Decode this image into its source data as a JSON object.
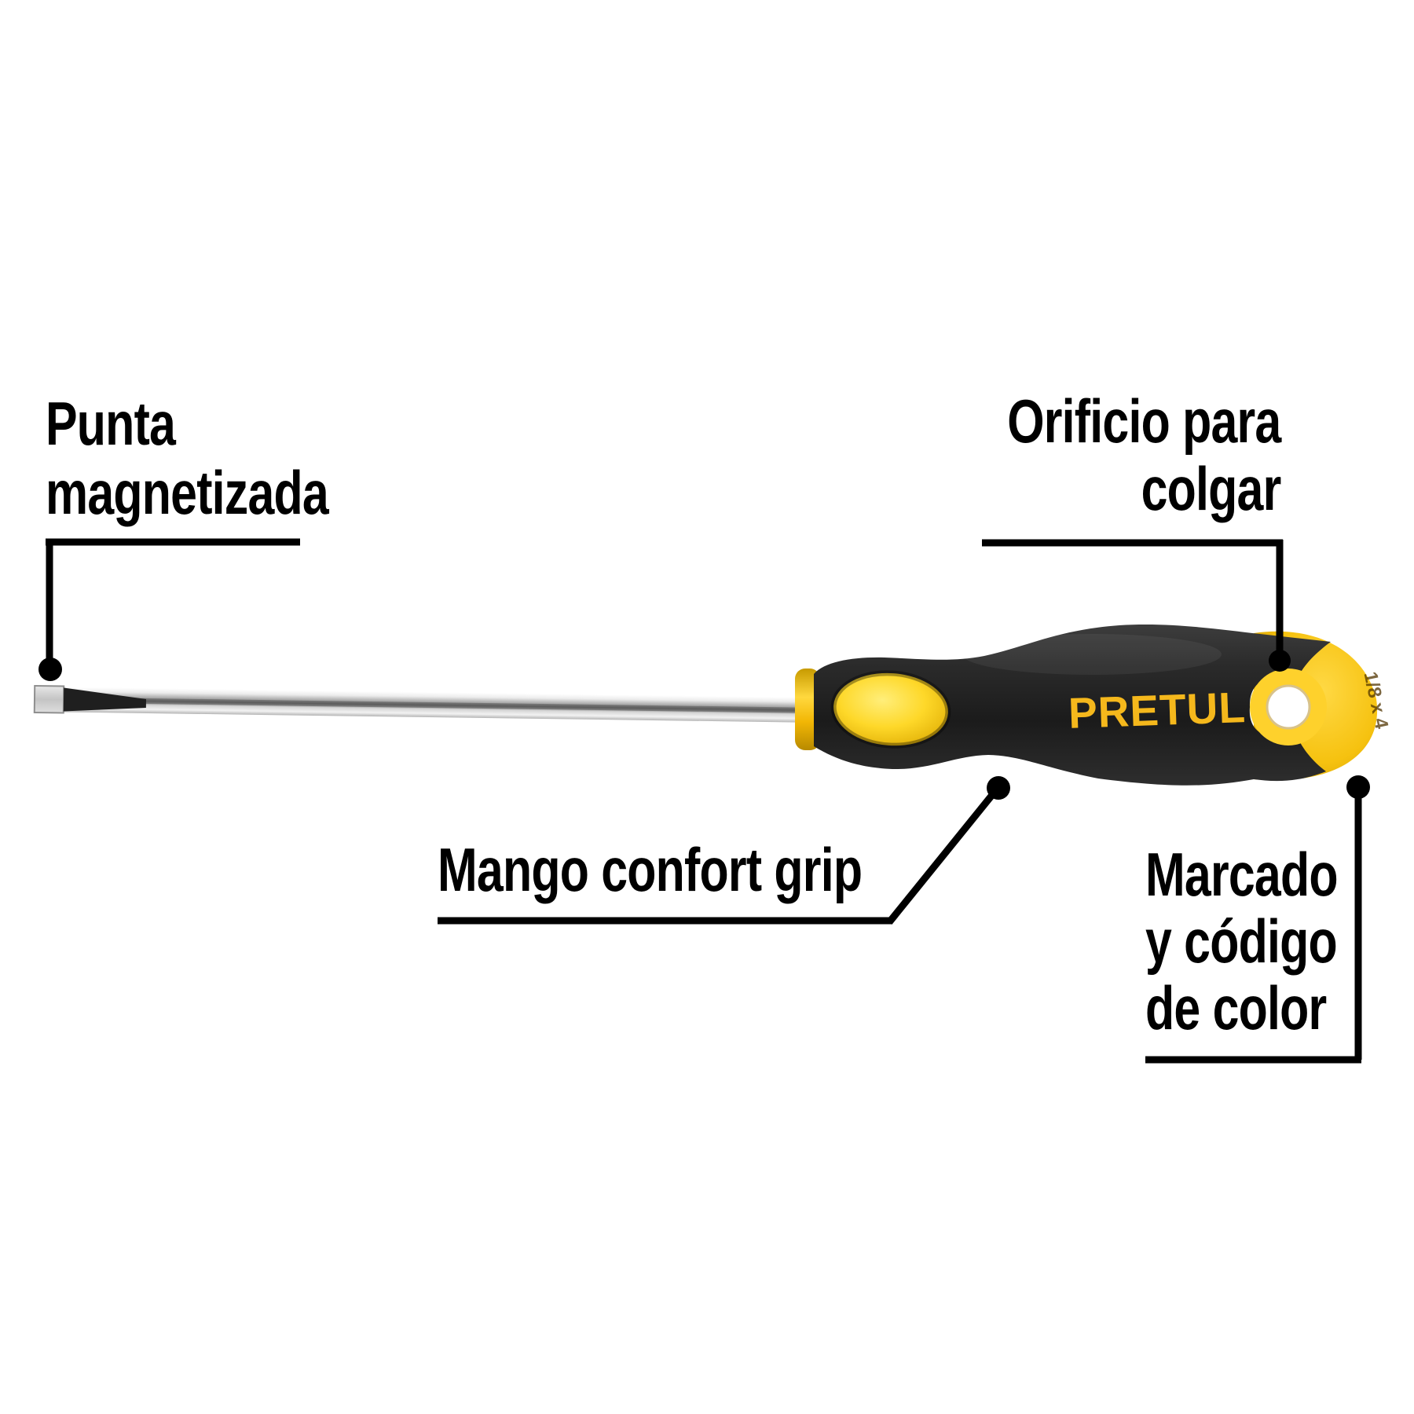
{
  "product": {
    "brand": "PRETUL",
    "cap_marking": "1/8 x 4"
  },
  "labels": {
    "punta": {
      "line1": "Punta",
      "line2": "magnetizada"
    },
    "orificio": {
      "line1": "Orificio para",
      "line2": "colgar"
    },
    "mango": {
      "text": "Mango confort grip"
    },
    "marcado": {
      "line1": "Marcado",
      "line2": "y código",
      "line3": "de color"
    }
  },
  "colors": {
    "brand_yellow": "#f5b81c",
    "cap_yellow": "#f6c210",
    "handle_black": "#242424",
    "leader_black": "#000000",
    "shaft_silver": "#c9c9c9"
  }
}
